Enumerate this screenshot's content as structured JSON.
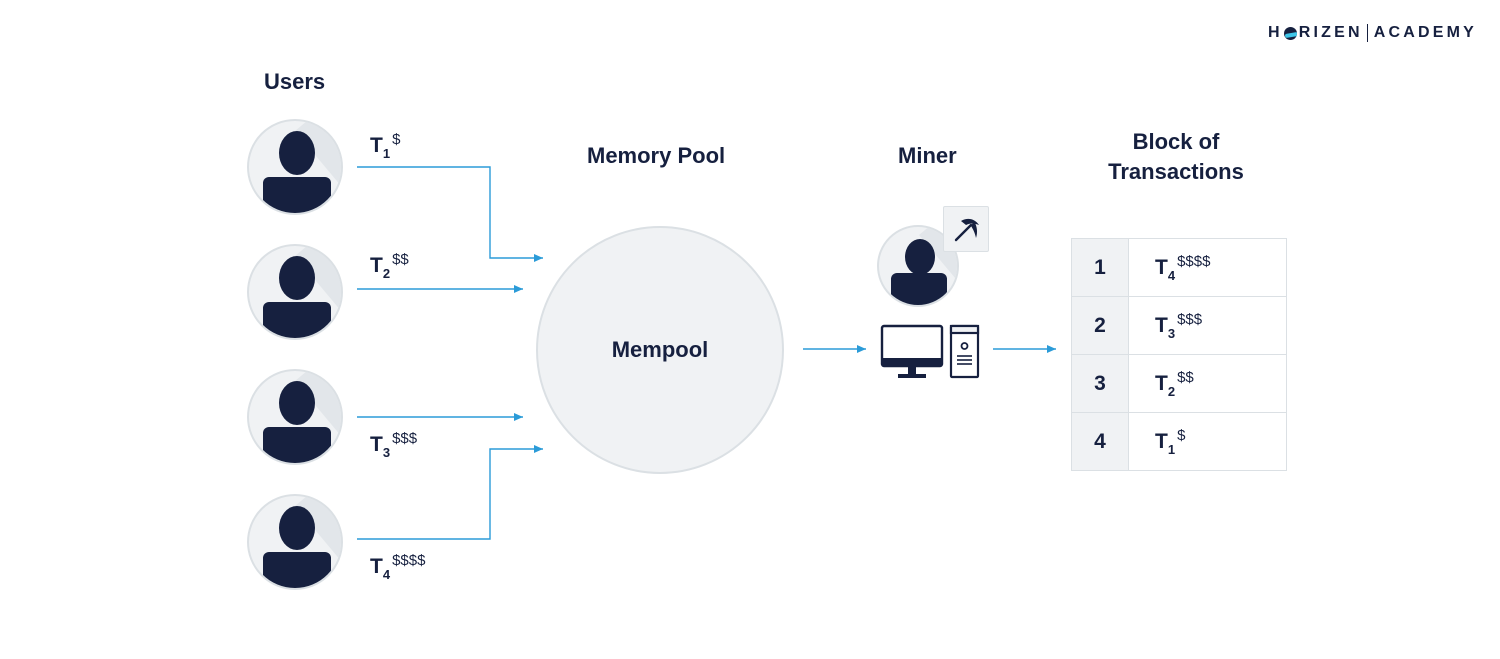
{
  "logo": {
    "left": "H",
    "right": "RIZEN",
    "academy": "ACADEMY"
  },
  "headings": {
    "users": "Users",
    "memory_pool": "Memory Pool",
    "miner": "Miner",
    "block_line1": "Block of",
    "block_line2": "Transactions"
  },
  "mempool_label": "Mempool",
  "transactions": [
    {
      "t": "T",
      "sub": "1",
      "fee": "$"
    },
    {
      "t": "T",
      "sub": "2",
      "fee": "$$"
    },
    {
      "t": "T",
      "sub": "3",
      "fee": "$$$"
    },
    {
      "t": "T",
      "sub": "4",
      "fee": "$$$$"
    }
  ],
  "block_rows": [
    {
      "num": "1",
      "t": "T",
      "sub": "4",
      "fee": "$$$$"
    },
    {
      "num": "2",
      "t": "T",
      "sub": "3",
      "fee": "$$$"
    },
    {
      "num": "3",
      "t": "T",
      "sub": "2",
      "fee": "$$"
    },
    {
      "num": "4",
      "t": "T",
      "sub": "1",
      "fee": "$"
    }
  ],
  "colors": {
    "navy": "#16203f",
    "arrow": "#2b9bd8",
    "circle_fill": "#f0f2f4",
    "circle_border": "#dbe0e4",
    "logo_accent": "#3fc6e8"
  },
  "icons": [
    "user-icon",
    "pickaxe-icon",
    "monitor-icon",
    "computer-tower-icon"
  ]
}
